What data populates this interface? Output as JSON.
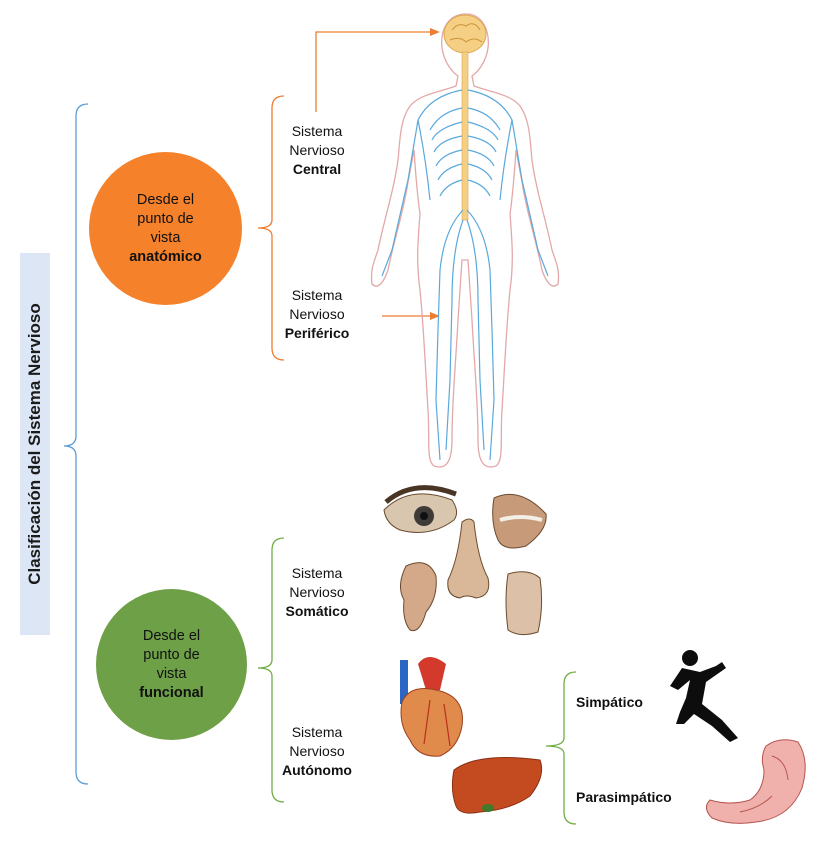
{
  "title": "Clasificación del Sistema Nervioso",
  "colors": {
    "anatomic": "#f5812b",
    "functional": "#6ea047",
    "title_bg": "#dce6f5",
    "bracket_blue": "#5b9bd5",
    "arrow": "#ed7d31"
  },
  "anatomic": {
    "line1": "Desde el",
    "line2": "punto de",
    "line3": "vista",
    "bold": "anatómico",
    "central": {
      "l1": "Sistema",
      "l2": "Nervioso",
      "bold": "Central"
    },
    "peripheral": {
      "l1": "Sistema",
      "l2": "Nervioso",
      "bold": "Periférico"
    }
  },
  "functional": {
    "line1": "Desde el",
    "line2": "punto de",
    "line3": "vista",
    "bold": "funcional",
    "somatic": {
      "l1": "Sistema",
      "l2": "Nervioso",
      "bold": "Somático"
    },
    "autonomic": {
      "l1": "Sistema",
      "l2": "Nervioso",
      "bold": "Autónomo"
    },
    "sympathetic": "Simpático",
    "parasympathetic": "Parasimpático"
  },
  "icons": [
    "nervous-system-figure-icon",
    "sense-organs-icon",
    "heart-icon",
    "liver-icon",
    "runner-icon",
    "stomach-icon"
  ]
}
